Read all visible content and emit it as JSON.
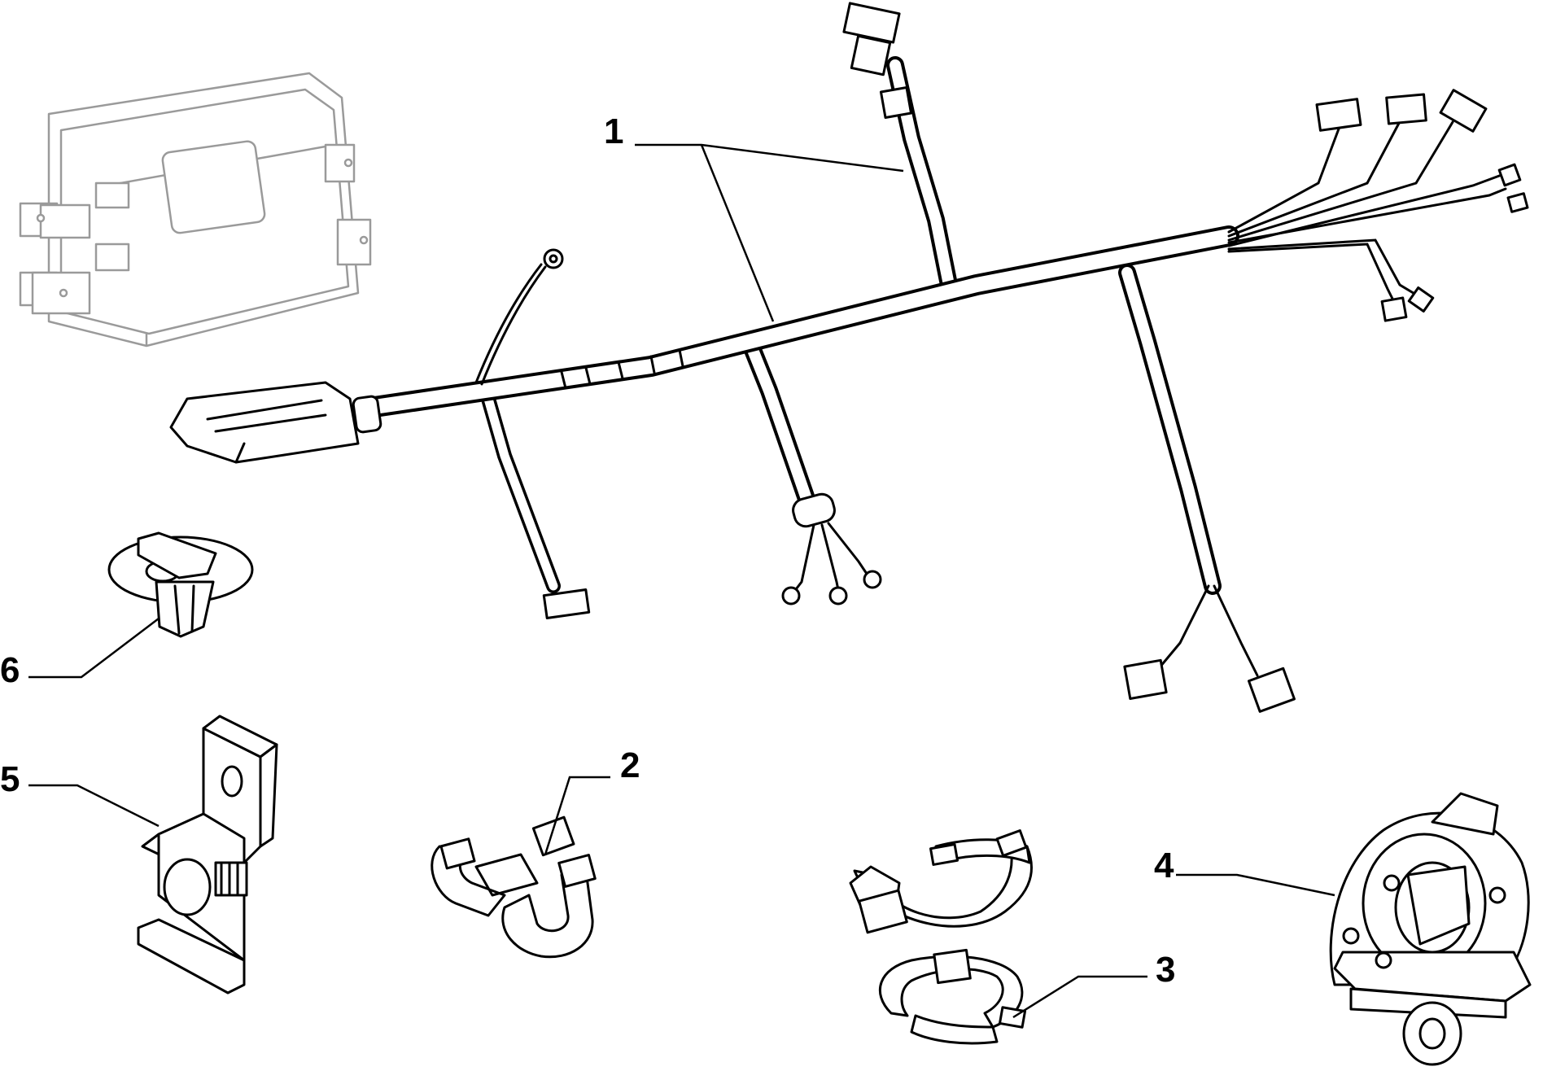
{
  "callouts": [
    {
      "id": "1",
      "label": "1"
    },
    {
      "id": "2",
      "label": "2"
    },
    {
      "id": "3",
      "label": "3"
    },
    {
      "id": "4",
      "label": "4"
    },
    {
      "id": "5",
      "label": "5"
    },
    {
      "id": "6",
      "label": "6"
    }
  ],
  "colors": {
    "line": "#000000",
    "background": "#ffffff",
    "faint_part": "#9a9a9a"
  }
}
